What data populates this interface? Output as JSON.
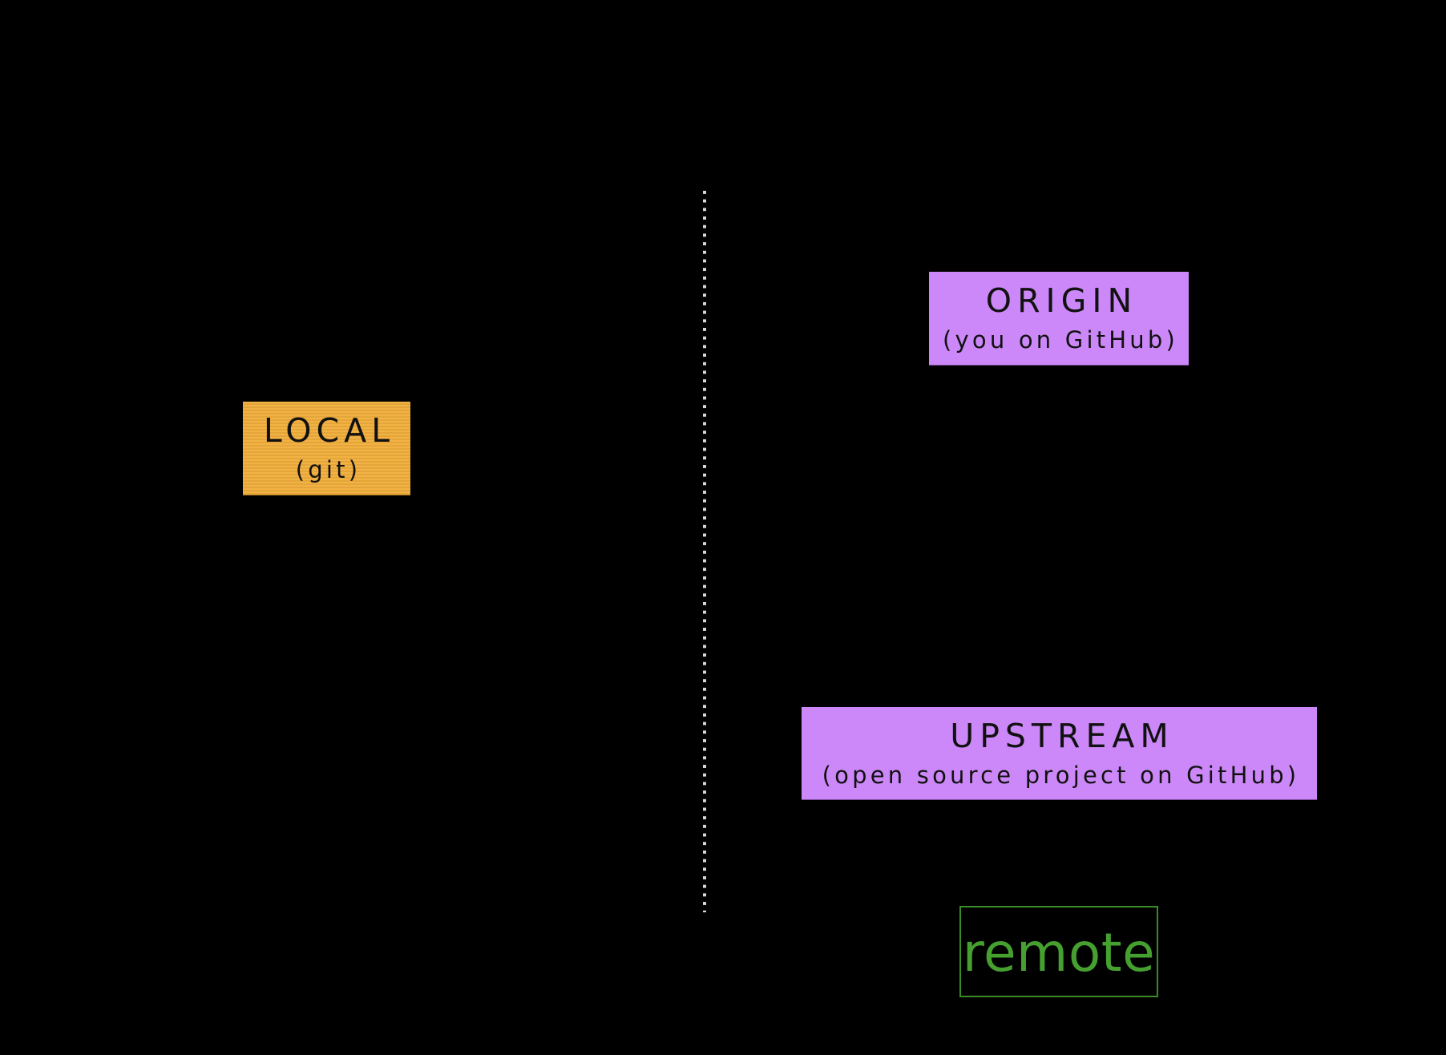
{
  "diagram": {
    "divider": {
      "style": "dotted",
      "color": "#d8d8d0"
    },
    "nodes": {
      "local": {
        "title": "LOCAL",
        "subtitle": "(git)",
        "color": "#f2b244",
        "side": "left"
      },
      "origin": {
        "title": "ORIGIN",
        "subtitle": "(you on GitHub)",
        "color": "#cc88f8",
        "side": "right"
      },
      "upstream": {
        "title": "UPSTREAM",
        "subtitle": "(open source project on GitHub)",
        "color": "#cc88f8",
        "side": "right"
      }
    },
    "legend": {
      "label": "remote",
      "color": "#3a8a28"
    }
  }
}
